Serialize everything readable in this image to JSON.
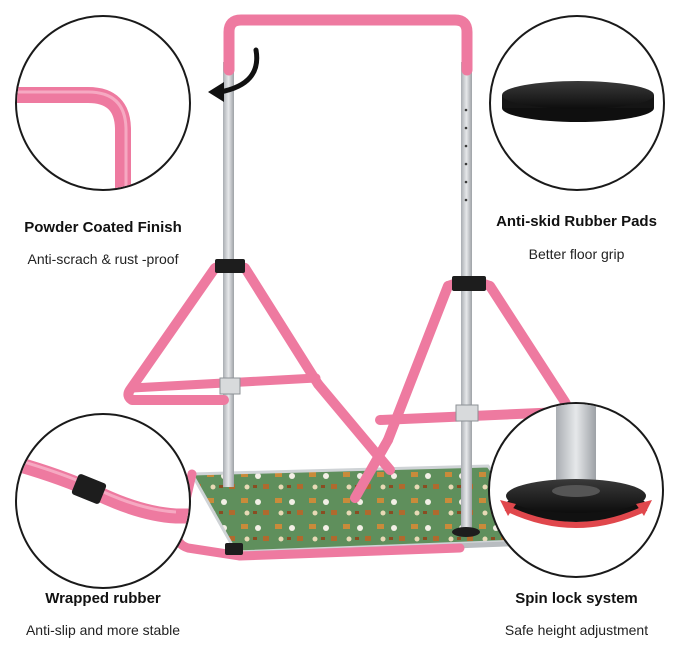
{
  "features": [
    {
      "id": "finish",
      "title": "Powder Coated Finish",
      "subtitle": "Anti-scrach & rust -proof"
    },
    {
      "id": "pads",
      "title": "Anti-skid Rubber Pads",
      "subtitle": "Better floor grip"
    },
    {
      "id": "wrap",
      "title": "Wrapped rubber",
      "subtitle": "Anti-slip and more stable"
    },
    {
      "id": "spin",
      "title": "Spin lock system",
      "subtitle": "Safe height adjustment"
    }
  ],
  "colors": {
    "frame_pink": "#ee7aa0",
    "pole_gray": "#c9ccd0",
    "mat_green": "#5f8f5c",
    "clamp_black": "#1d1d1d",
    "circle_border": "#1a1a1a",
    "spin_arrow": "#e0474c"
  },
  "icons": [
    "curved-arrow-icon"
  ]
}
